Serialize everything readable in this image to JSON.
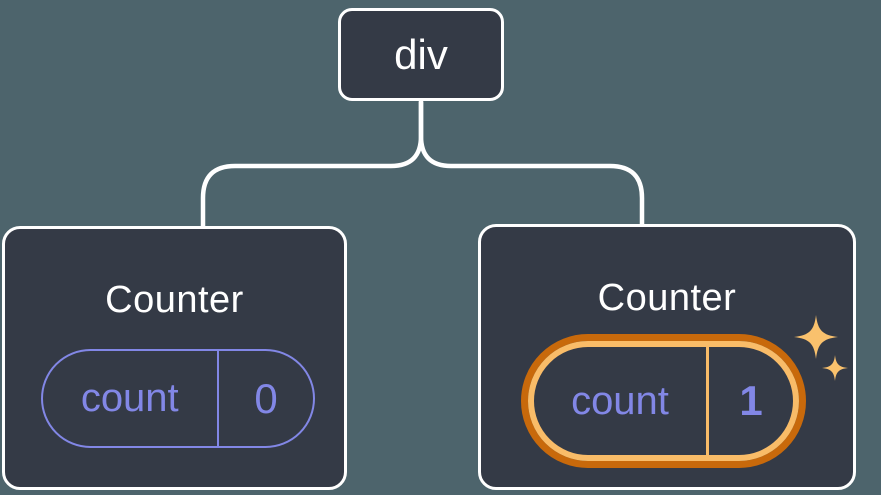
{
  "canvas": {
    "background": "#4d646c"
  },
  "colors": {
    "background": "#4d646c",
    "node-bg": "#343a46",
    "node-border": "#ffffff",
    "connector": "#ffffff",
    "text-primary": "#ffffff",
    "state-violet": "#8287e6",
    "highlight-orange-dark": "#c8690b",
    "highlight-orange-light": "#f9bc68",
    "sparkle": "#f9c16d"
  },
  "tree": {
    "root": {
      "label": "div"
    },
    "children": [
      {
        "title": "Counter",
        "state": {
          "key": "count",
          "value": "0"
        },
        "highlighted": false
      },
      {
        "title": "Counter",
        "state": {
          "key": "count",
          "value": "1"
        },
        "highlighted": true
      }
    ]
  }
}
